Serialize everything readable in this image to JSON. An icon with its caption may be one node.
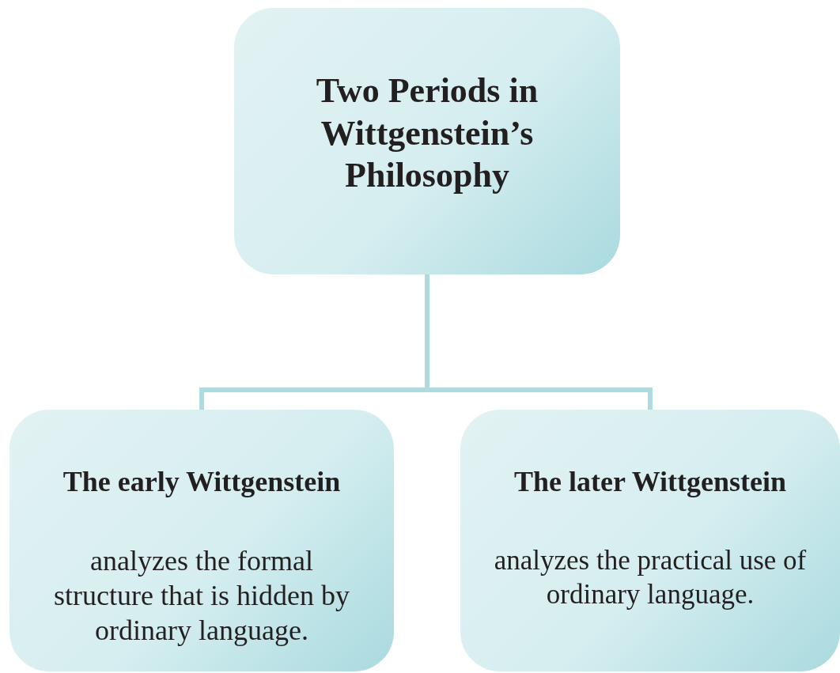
{
  "diagram": {
    "nodes": [
      {
        "text": [
          "Two Periods in Wittgenstein’s Philosophy"
        ]
      },
      {
        "text": [
          "The early Wittgenstein",
          "analyzes the formal structure that is hidden by ordinary language."
        ]
      },
      {
        "text": [
          "The later Wittgenstein",
          "analyzes the practical use of ordinary language."
        ]
      }
    ],
    "edges": [
      {
        "from": 0,
        "to": 1,
        "arrow": "none"
      },
      {
        "from": 0,
        "to": 2,
        "arrow": "none"
      }
    ]
  }
}
